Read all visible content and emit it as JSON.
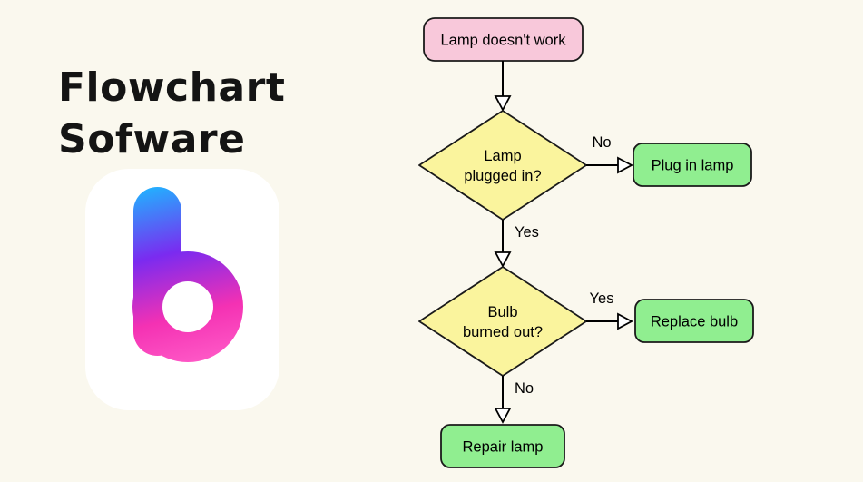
{
  "background_color": "#FAF8EE",
  "branding": {
    "title_line1": "Flowchart",
    "title_line2": "Sofware",
    "logo": "b-letter-gradient-logo"
  },
  "flowchart": {
    "colors": {
      "start": "#F8C8DA",
      "decision": "#FAF49D",
      "action": "#90EE90",
      "outline": "#1A1A1A"
    },
    "nodes": {
      "start": {
        "label": "Lamp doesn't work"
      },
      "decision1": {
        "line1": "Lamp",
        "line2": "plugged in?"
      },
      "action1": {
        "label": "Plug in lamp"
      },
      "decision2": {
        "line1": "Bulb",
        "line2": "burned out?"
      },
      "action2": {
        "label": "Replace bulb"
      },
      "action3": {
        "label": "Repair lamp"
      }
    },
    "edges": {
      "no1": "No",
      "yes1": "Yes",
      "yes2": "Yes",
      "no2": "No"
    }
  }
}
